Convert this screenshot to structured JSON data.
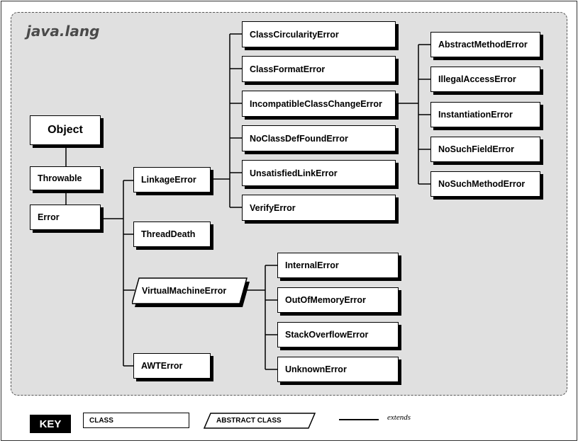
{
  "package": "java.lang",
  "classes": {
    "object": "Object",
    "throwable": "Throwable",
    "error": "Error",
    "linkage_error": "LinkageError",
    "thread_death": "ThreadDeath",
    "virtual_machine_error": "VirtualMachineError",
    "awt_error": "AWTError",
    "class_circularity_error": "ClassCircularityError",
    "class_format_error": "ClassFormatError",
    "incompatible_class_change_error": "IncompatibleClassChangeError",
    "no_class_def_found_error": "NoClassDefFoundError",
    "unsatisfied_link_error": "UnsatisfiedLinkError",
    "verify_error": "VerifyError",
    "abstract_method_error": "AbstractMethodError",
    "illegal_access_error": "IllegalAccessError",
    "instantiation_error": "InstantiationError",
    "no_such_field_error": "NoSuchFieldError",
    "no_such_method_error": "NoSuchMethodError",
    "internal_error": "InternalError",
    "out_of_memory_error": "OutOfMemoryError",
    "stack_overflow_error": "StackOverflowError",
    "unknown_error": "UnknownError"
  },
  "key": {
    "label": "KEY",
    "class": "CLASS",
    "abstract_class": "ABSTRACT CLASS",
    "extends": "extends"
  },
  "colors": {
    "package_background": "#e0e0e0",
    "box_fill": "#ffffff",
    "outline": "#000000",
    "title": "#4a4a4a"
  }
}
